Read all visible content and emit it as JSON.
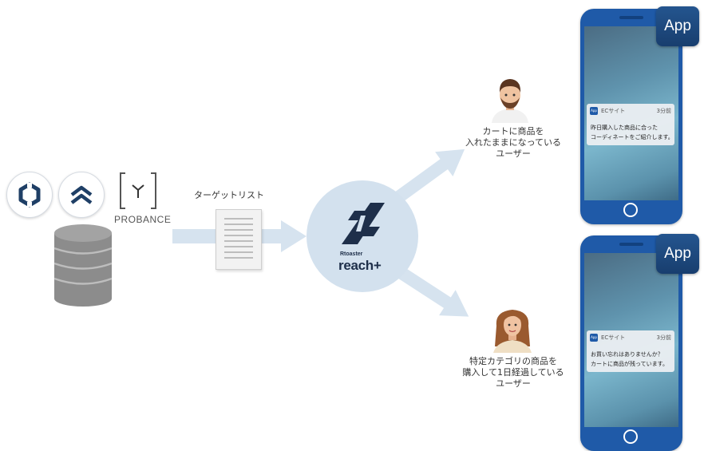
{
  "source": {
    "logos": [
      "teal-ring-logo",
      "double-chevron-logo"
    ],
    "probance_label": "PROBANCE"
  },
  "target_list": {
    "label": "ターゲットリスト"
  },
  "hub": {
    "brand_small": "Rtoaster",
    "brand_big": "reach+"
  },
  "segments": [
    {
      "label": "カートに商品を\n入れたままになっている\nユーザー",
      "avatar": "man-avatar"
    },
    {
      "label": "特定カテゴリの商品を\n購入して1日経過している\nユーザー",
      "avatar": "woman-avatar"
    }
  ],
  "phones": [
    {
      "badge": "App",
      "notification": {
        "icon_text": "App",
        "app_name": "ECサイト",
        "time": "3分前",
        "body": "昨日購入した商品に合った\nコーディネートをご紹介します。"
      }
    },
    {
      "badge": "App",
      "notification": {
        "icon_text": "App",
        "app_name": "ECサイト",
        "time": "3分前",
        "body": "お買い忘れはありませんか？\nカートに商品が残っています。"
      }
    }
  ],
  "colors": {
    "arrow": "#d6e3ef",
    "phone": "#1f5aa8",
    "badge": "#1d4679",
    "database": "#8c8c8c",
    "hub": "#d3e1ee",
    "brand": "#1e2f4a"
  }
}
